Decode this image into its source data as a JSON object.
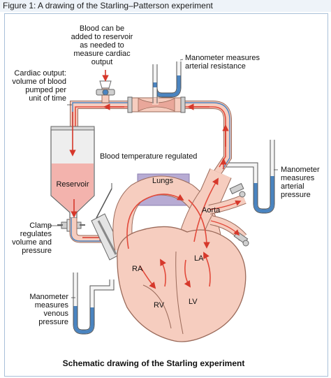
{
  "figure_title": "Figure 1: A drawing of the Starling–Patterson experiment",
  "caption": "Schematic drawing of the Starling experiment",
  "labels": {
    "blood_added": [
      "Blood can be",
      "added to reservoir",
      "as needed to",
      "measure cardiac",
      "output"
    ],
    "manometer_resistance": [
      "Manometer measures",
      "arterial resistance"
    ],
    "cardiac_output": [
      "Cardiac output:",
      "volume of blood",
      "pumped per",
      "unit of time"
    ],
    "blood_temperature": "Blood temperature regulated",
    "lungs": "Lungs",
    "reservoir": "Reservoir",
    "manometer_pressure": [
      "Manometer",
      "measures",
      "arterial",
      "pressure"
    ],
    "aorta": "Aorta",
    "clamp": [
      "Clamp",
      "regulates",
      "volume and",
      "pressure"
    ],
    "ra": "RA",
    "la": "LA",
    "rv": "RV",
    "lv": "LV",
    "manometer_venous": [
      "Manometer",
      "measures",
      "venous",
      "pressure"
    ]
  },
  "colors": {
    "tissue": "#f6cdbf",
    "tissue_outline": "#9a6a5a",
    "blood_line": "#e24a3b",
    "vein_line": "#4a84c0",
    "fluid": "#f3b3ad",
    "lungs": "#b7abd3",
    "glass": "#eeeeee"
  }
}
